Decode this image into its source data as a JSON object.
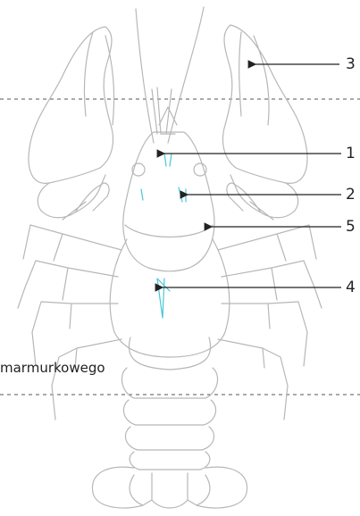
{
  "labels": {
    "l1": "1",
    "l2": "2",
    "l3": "3",
    "l4": "4",
    "l5": "5"
  },
  "caption": "marmurkowego",
  "colors": {
    "outline": "#b7b7b7",
    "highlight": "#45c7d6",
    "arrow": "#222222",
    "guide": "#555555"
  }
}
